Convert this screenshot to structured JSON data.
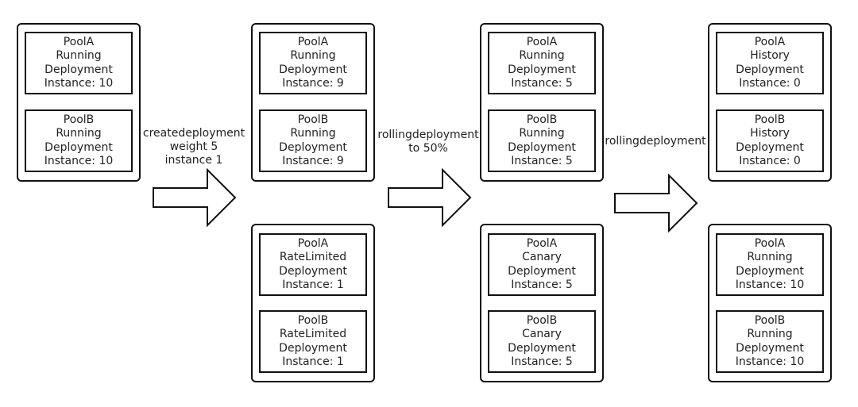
{
  "stages": [
    {
      "groups": [
        {
          "cards": [
            {
              "pool": "PoolA",
              "state": "Running",
              "kind": "Deployment",
              "instances": "Instance: 10"
            },
            {
              "pool": "PoolB",
              "state": "Running",
              "kind": "Deployment",
              "instances": "Instance: 10"
            }
          ]
        }
      ]
    },
    {
      "groups": [
        {
          "cards": [
            {
              "pool": "PoolA",
              "state": "Running",
              "kind": "Deployment",
              "instances": "Instance: 9"
            },
            {
              "pool": "PoolB",
              "state": "Running",
              "kind": "Deployment",
              "instances": "Instance: 9"
            }
          ]
        },
        {
          "cards": [
            {
              "pool": "PoolA",
              "state": "RateLimited",
              "kind": "Deployment",
              "instances": "Instance: 1"
            },
            {
              "pool": "PoolB",
              "state": "RateLimited",
              "kind": "Deployment",
              "instances": "Instance: 1"
            }
          ]
        }
      ]
    },
    {
      "groups": [
        {
          "cards": [
            {
              "pool": "PoolA",
              "state": "Running",
              "kind": "Deployment",
              "instances": "Instance: 5"
            },
            {
              "pool": "PoolB",
              "state": "Running",
              "kind": "Deployment",
              "instances": "Instance: 5"
            }
          ]
        },
        {
          "cards": [
            {
              "pool": "PoolA",
              "state": "Canary",
              "kind": "Deployment",
              "instances": "Instance: 5"
            },
            {
              "pool": "PoolB",
              "state": "Canary",
              "kind": "Deployment",
              "instances": "Instance: 5"
            }
          ]
        }
      ]
    },
    {
      "groups": [
        {
          "cards": [
            {
              "pool": "PoolA",
              "state": "History",
              "kind": "Deployment",
              "instances": "Instance: 0"
            },
            {
              "pool": "PoolB",
              "state": "History",
              "kind": "Deployment",
              "instances": "Instance: 0"
            }
          ]
        },
        {
          "cards": [
            {
              "pool": "PoolA",
              "state": "Running",
              "kind": "Deployment",
              "instances": "Instance: 10"
            },
            {
              "pool": "PoolB",
              "state": "Running",
              "kind": "Deployment",
              "instances": "Instance: 10"
            }
          ]
        }
      ]
    }
  ],
  "transitions": [
    {
      "lines": [
        "createdeployment",
        "weight 5",
        "instance 1"
      ]
    },
    {
      "lines": [
        "rollingdeployment",
        "to 50%"
      ]
    },
    {
      "lines": [
        "rollingdeployment"
      ]
    }
  ]
}
